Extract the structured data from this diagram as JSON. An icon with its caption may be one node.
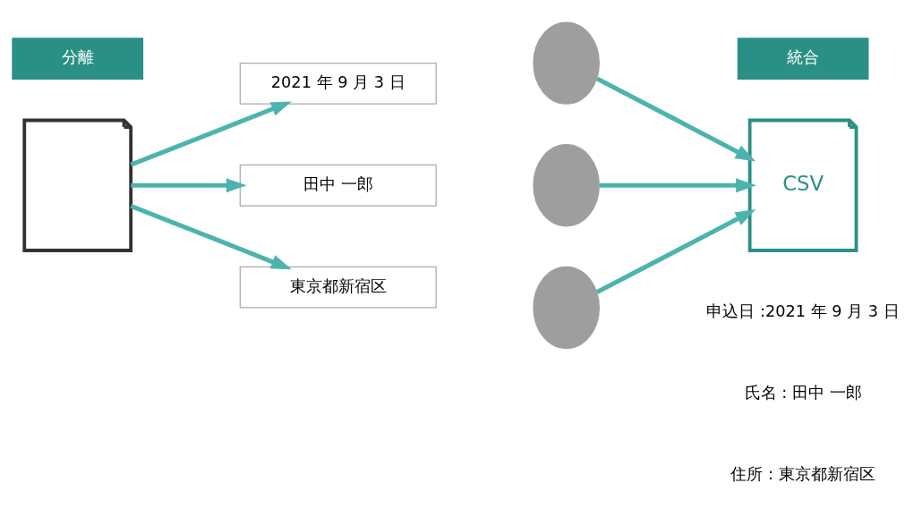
{
  "diagram": {
    "nodes": [
      {
        "text": [
          "分離"
        ]
      },
      {
        "text": [
          "統合"
        ]
      },
      {
        "text": [],
        "shape": "document"
      },
      {
        "text": [
          "2021 年 9 月 3 日"
        ]
      },
      {
        "text": [],
        "shape": "person"
      },
      {
        "text": [
          "田中 一郎"
        ]
      },
      {
        "text": [],
        "shape": "person"
      },
      {
        "text": [
          "東京都新宿区"
        ]
      },
      {
        "text": [],
        "shape": "person"
      },
      {
        "text": [
          "CSV"
        ]
      }
    ],
    "edges": [
      {
        "from": 2,
        "to": 3,
        "arrow": "to"
      },
      {
        "from": 2,
        "to": 5,
        "arrow": "to"
      },
      {
        "from": 2,
        "to": 7,
        "arrow": "to"
      },
      {
        "from": 4,
        "to": 9,
        "arrow": "to"
      },
      {
        "from": 6,
        "to": 9,
        "arrow": "to"
      },
      {
        "from": 8,
        "to": 9,
        "arrow": "to"
      }
    ],
    "labels": [
      "申込日 :2021 年 9 月 3 日",
      "氏名 : 田中 一郎",
      "住所 : 東京都新宿区"
    ]
  }
}
